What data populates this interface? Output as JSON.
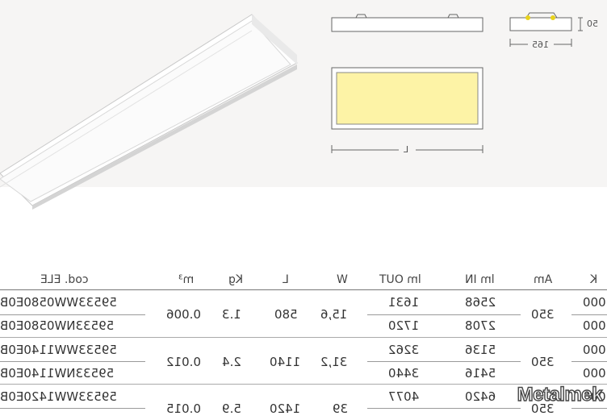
{
  "dimensions": {
    "height_label": "50",
    "width_label": "165",
    "length_label": "L"
  },
  "colors": {
    "diffuser": "#fdf3a6",
    "lamp": "#e8d21c"
  },
  "table": {
    "headers": [
      "K",
      "Am",
      "lm IN",
      "lm OUT",
      "W",
      "L",
      "Kg",
      "m³",
      "cod. ELE"
    ],
    "groups": [
      {
        "am": "350",
        "w": "15,6",
        "l": "580",
        "kg": "1.3",
        "m3": "0.006",
        "rows": [
          {
            "k": "000",
            "lm_in": "2568",
            "lm_out": "1631",
            "code": "59533WW0580E0B"
          },
          {
            "k": "000",
            "lm_in": "2708",
            "lm_out": "1720",
            "code": "59533NW0580E0B"
          }
        ]
      },
      {
        "am": "350",
        "w": "31,2",
        "l": "1140",
        "kg": "2.4",
        "m3": "0.012",
        "rows": [
          {
            "k": "000",
            "lm_in": "5136",
            "lm_out": "3262",
            "code": "59533WW1140E0B"
          },
          {
            "k": "000",
            "lm_in": "5416",
            "lm_out": "3440",
            "code": "59533NW1140E0B"
          }
        ]
      },
      {
        "am": "350",
        "w": "39",
        "l": "1420",
        "kg": "5.9",
        "m3": "0.015",
        "rows": [
          {
            "k": "000",
            "lm_in": "6420",
            "lm_out": "4077",
            "code": "59533WW1420E0B"
          }
        ]
      }
    ]
  },
  "brand": "Metalmek"
}
